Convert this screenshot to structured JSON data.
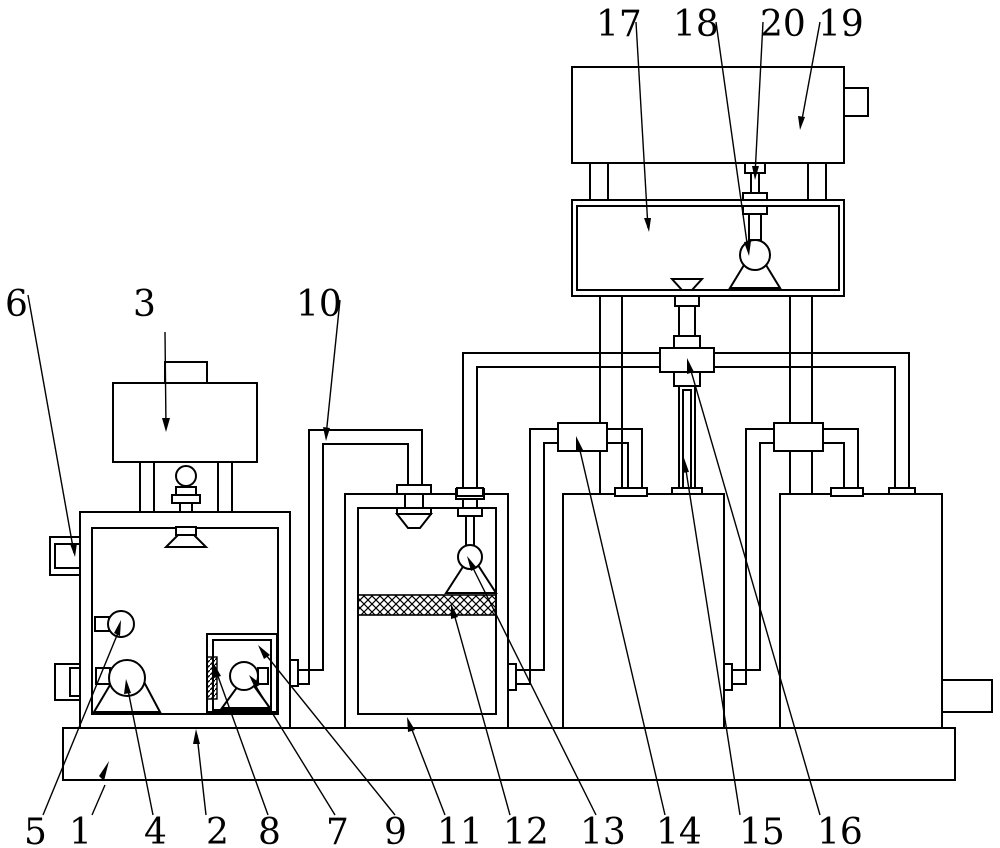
{
  "labels": {
    "l1": "1",
    "l2": "2",
    "l3": "3",
    "l4": "4",
    "l5": "5",
    "l6": "6",
    "l7": "7",
    "l8": "8",
    "l9": "9",
    "l10": "10",
    "l11": "11",
    "l12": "12",
    "l13": "13",
    "l14": "14",
    "l15": "15",
    "l16": "16",
    "l17": "17",
    "l18": "18",
    "l19": "19",
    "l20": "20"
  },
  "colors": {
    "line": "#000000",
    "background": "#ffffff"
  }
}
